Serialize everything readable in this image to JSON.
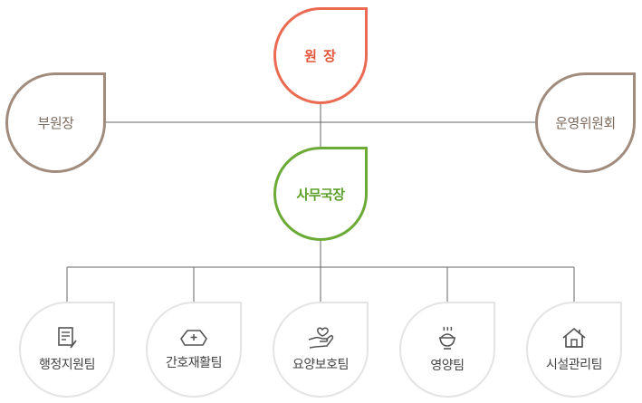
{
  "director": {
    "label": "원 장",
    "icon": "none"
  },
  "vice_director": {
    "label": "부원장"
  },
  "committee": {
    "label": "운영위원회"
  },
  "secretary_general": {
    "label": "사무국장"
  },
  "teams": [
    {
      "label": "행정지원팀",
      "icon": "document-pen-icon"
    },
    {
      "label": "간호재활팀",
      "icon": "nurse-cap-icon"
    },
    {
      "label": "요양보호팀",
      "icon": "hands-heart-icon"
    },
    {
      "label": "영양팀",
      "icon": "rice-bowl-icon"
    },
    {
      "label": "시설관리팀",
      "icon": "house-icon"
    }
  ],
  "colors": {
    "director": "#ea6a52",
    "side": "#a08b7c",
    "secretary": "#6aaa35",
    "team_border": "#e4e4e4",
    "connector": "#666666"
  }
}
